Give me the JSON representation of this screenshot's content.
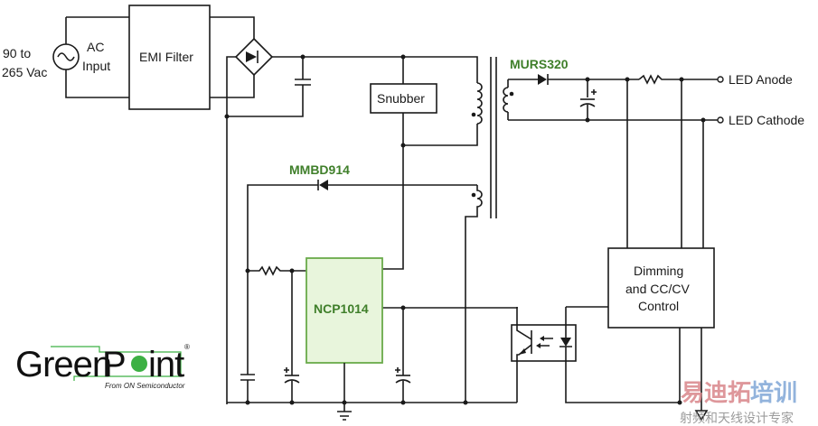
{
  "title": "NCP1014 flyback LED driver schematic",
  "input": {
    "voltage_line1": "90 to",
    "voltage_line2": "265 Vac",
    "source_line1": "AC",
    "source_line2": "Input"
  },
  "blocks": {
    "emi_filter": "EMI Filter",
    "snubber": "Snubber",
    "controller": "NCP1014",
    "dimming_line1": "Dimming",
    "dimming_line2": "and CC/CV",
    "dimming_line3": "Control"
  },
  "parts": {
    "output_diode": "MURS320",
    "aux_diode": "MMBD914"
  },
  "outputs": {
    "anode": "LED Anode",
    "cathode": "LED Cathode"
  },
  "logo": {
    "name_part1": "Green",
    "name_part2": "P",
    "name_part3": "int",
    "registered": "®",
    "tagline": "From ON Semiconductor"
  },
  "watermark": {
    "line1_red": "易迪拓",
    "line1_blue": "培训",
    "line2": "射频和天线设计专家"
  },
  "colors": {
    "wire": "#1a1a1a",
    "part_label": "#3f7f2a",
    "controller_fill": "#e8f5dc",
    "controller_border": "#6aaa4a",
    "logo_green": "#3cb043",
    "watermark_red": "#d9868a",
    "watermark_blue": "#7fa6d6"
  }
}
